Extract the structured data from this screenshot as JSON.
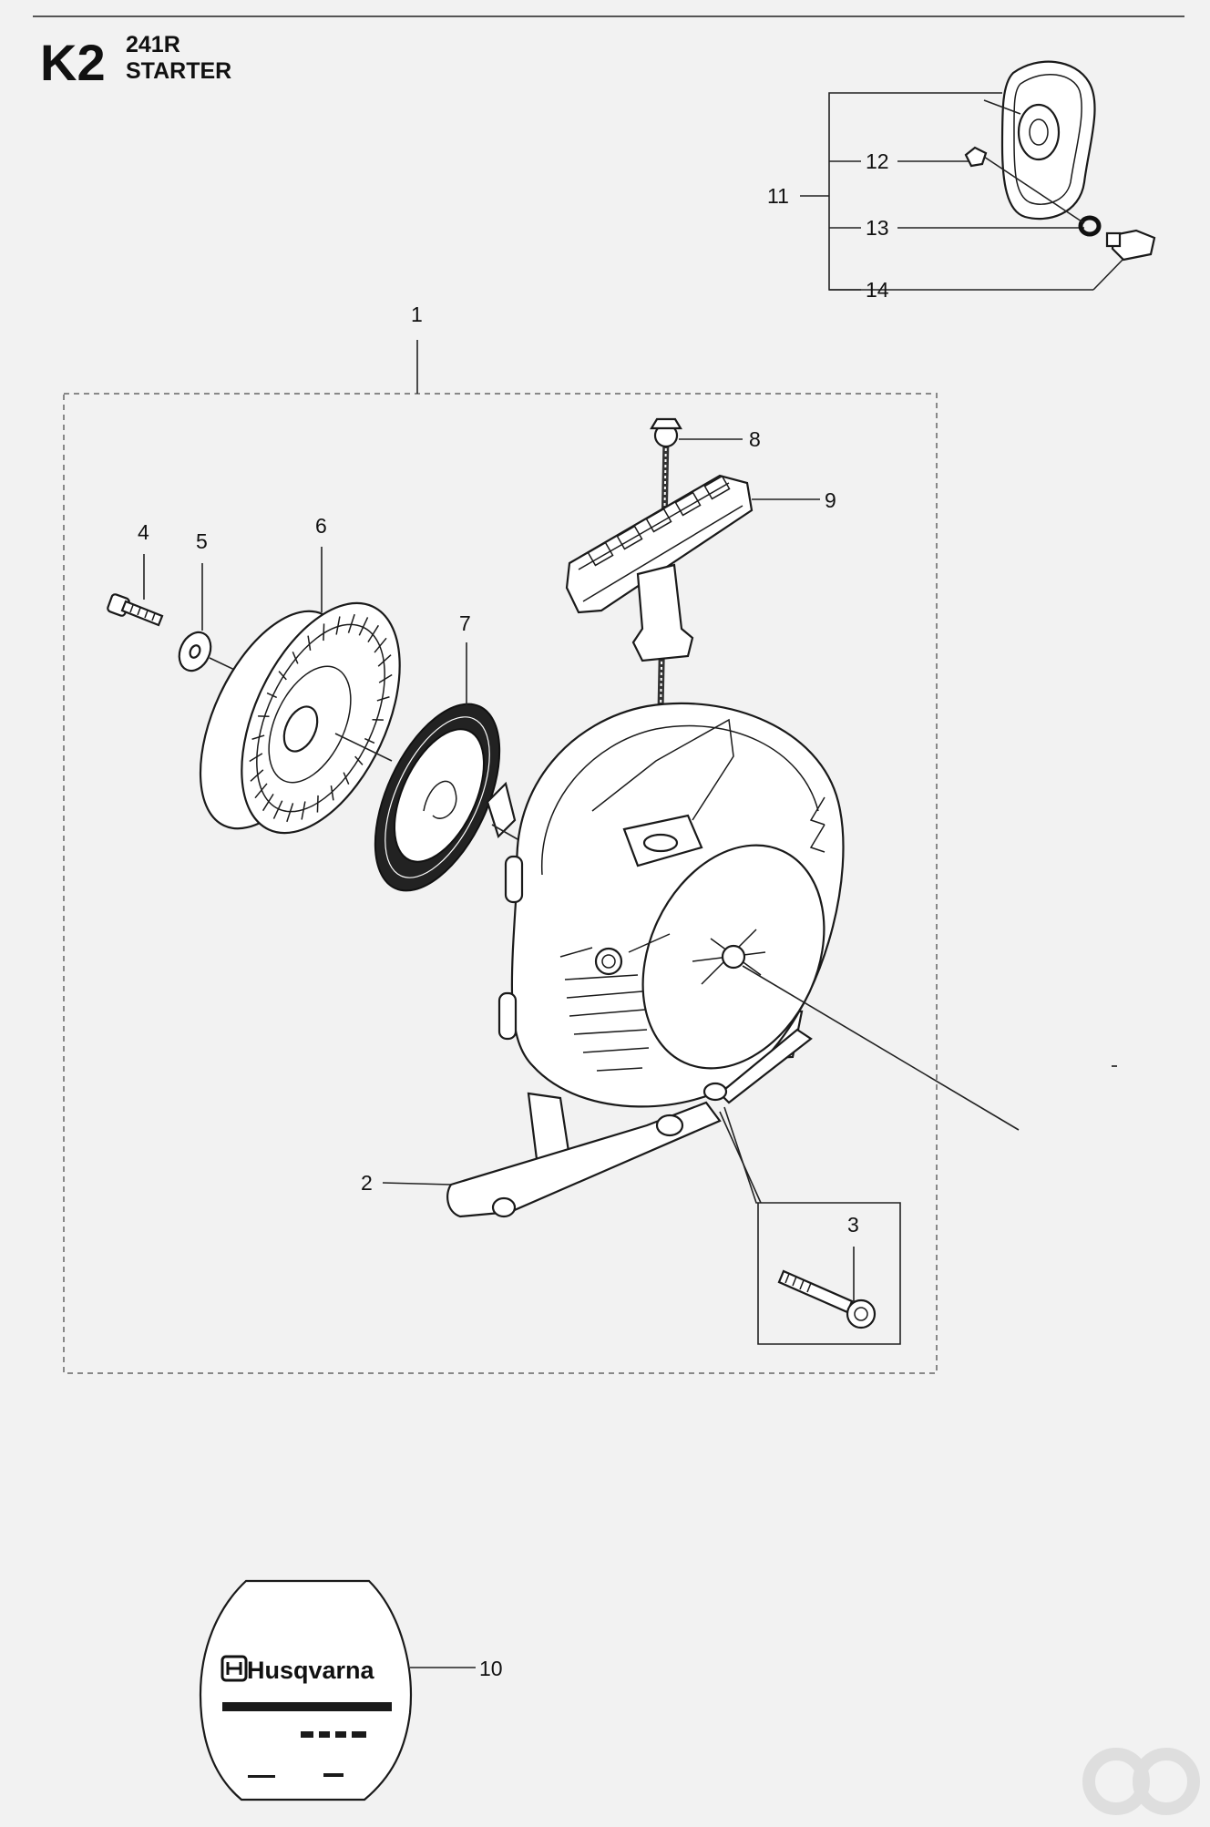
{
  "header": {
    "code": "K2",
    "model": "241R",
    "section": "STARTER"
  },
  "callouts": {
    "c1": "1",
    "c2": "2",
    "c3": "3",
    "c4": "4",
    "c5": "5",
    "c6": "6",
    "c7": "7",
    "c8": "8",
    "c9": "9",
    "c10": "10",
    "c11": "11",
    "c12": "12",
    "c13": "13",
    "c14": "14"
  },
  "decal": {
    "brand": "Husqvarna"
  },
  "icons": [
    "husqvarna-logo",
    "watermark-logo"
  ]
}
